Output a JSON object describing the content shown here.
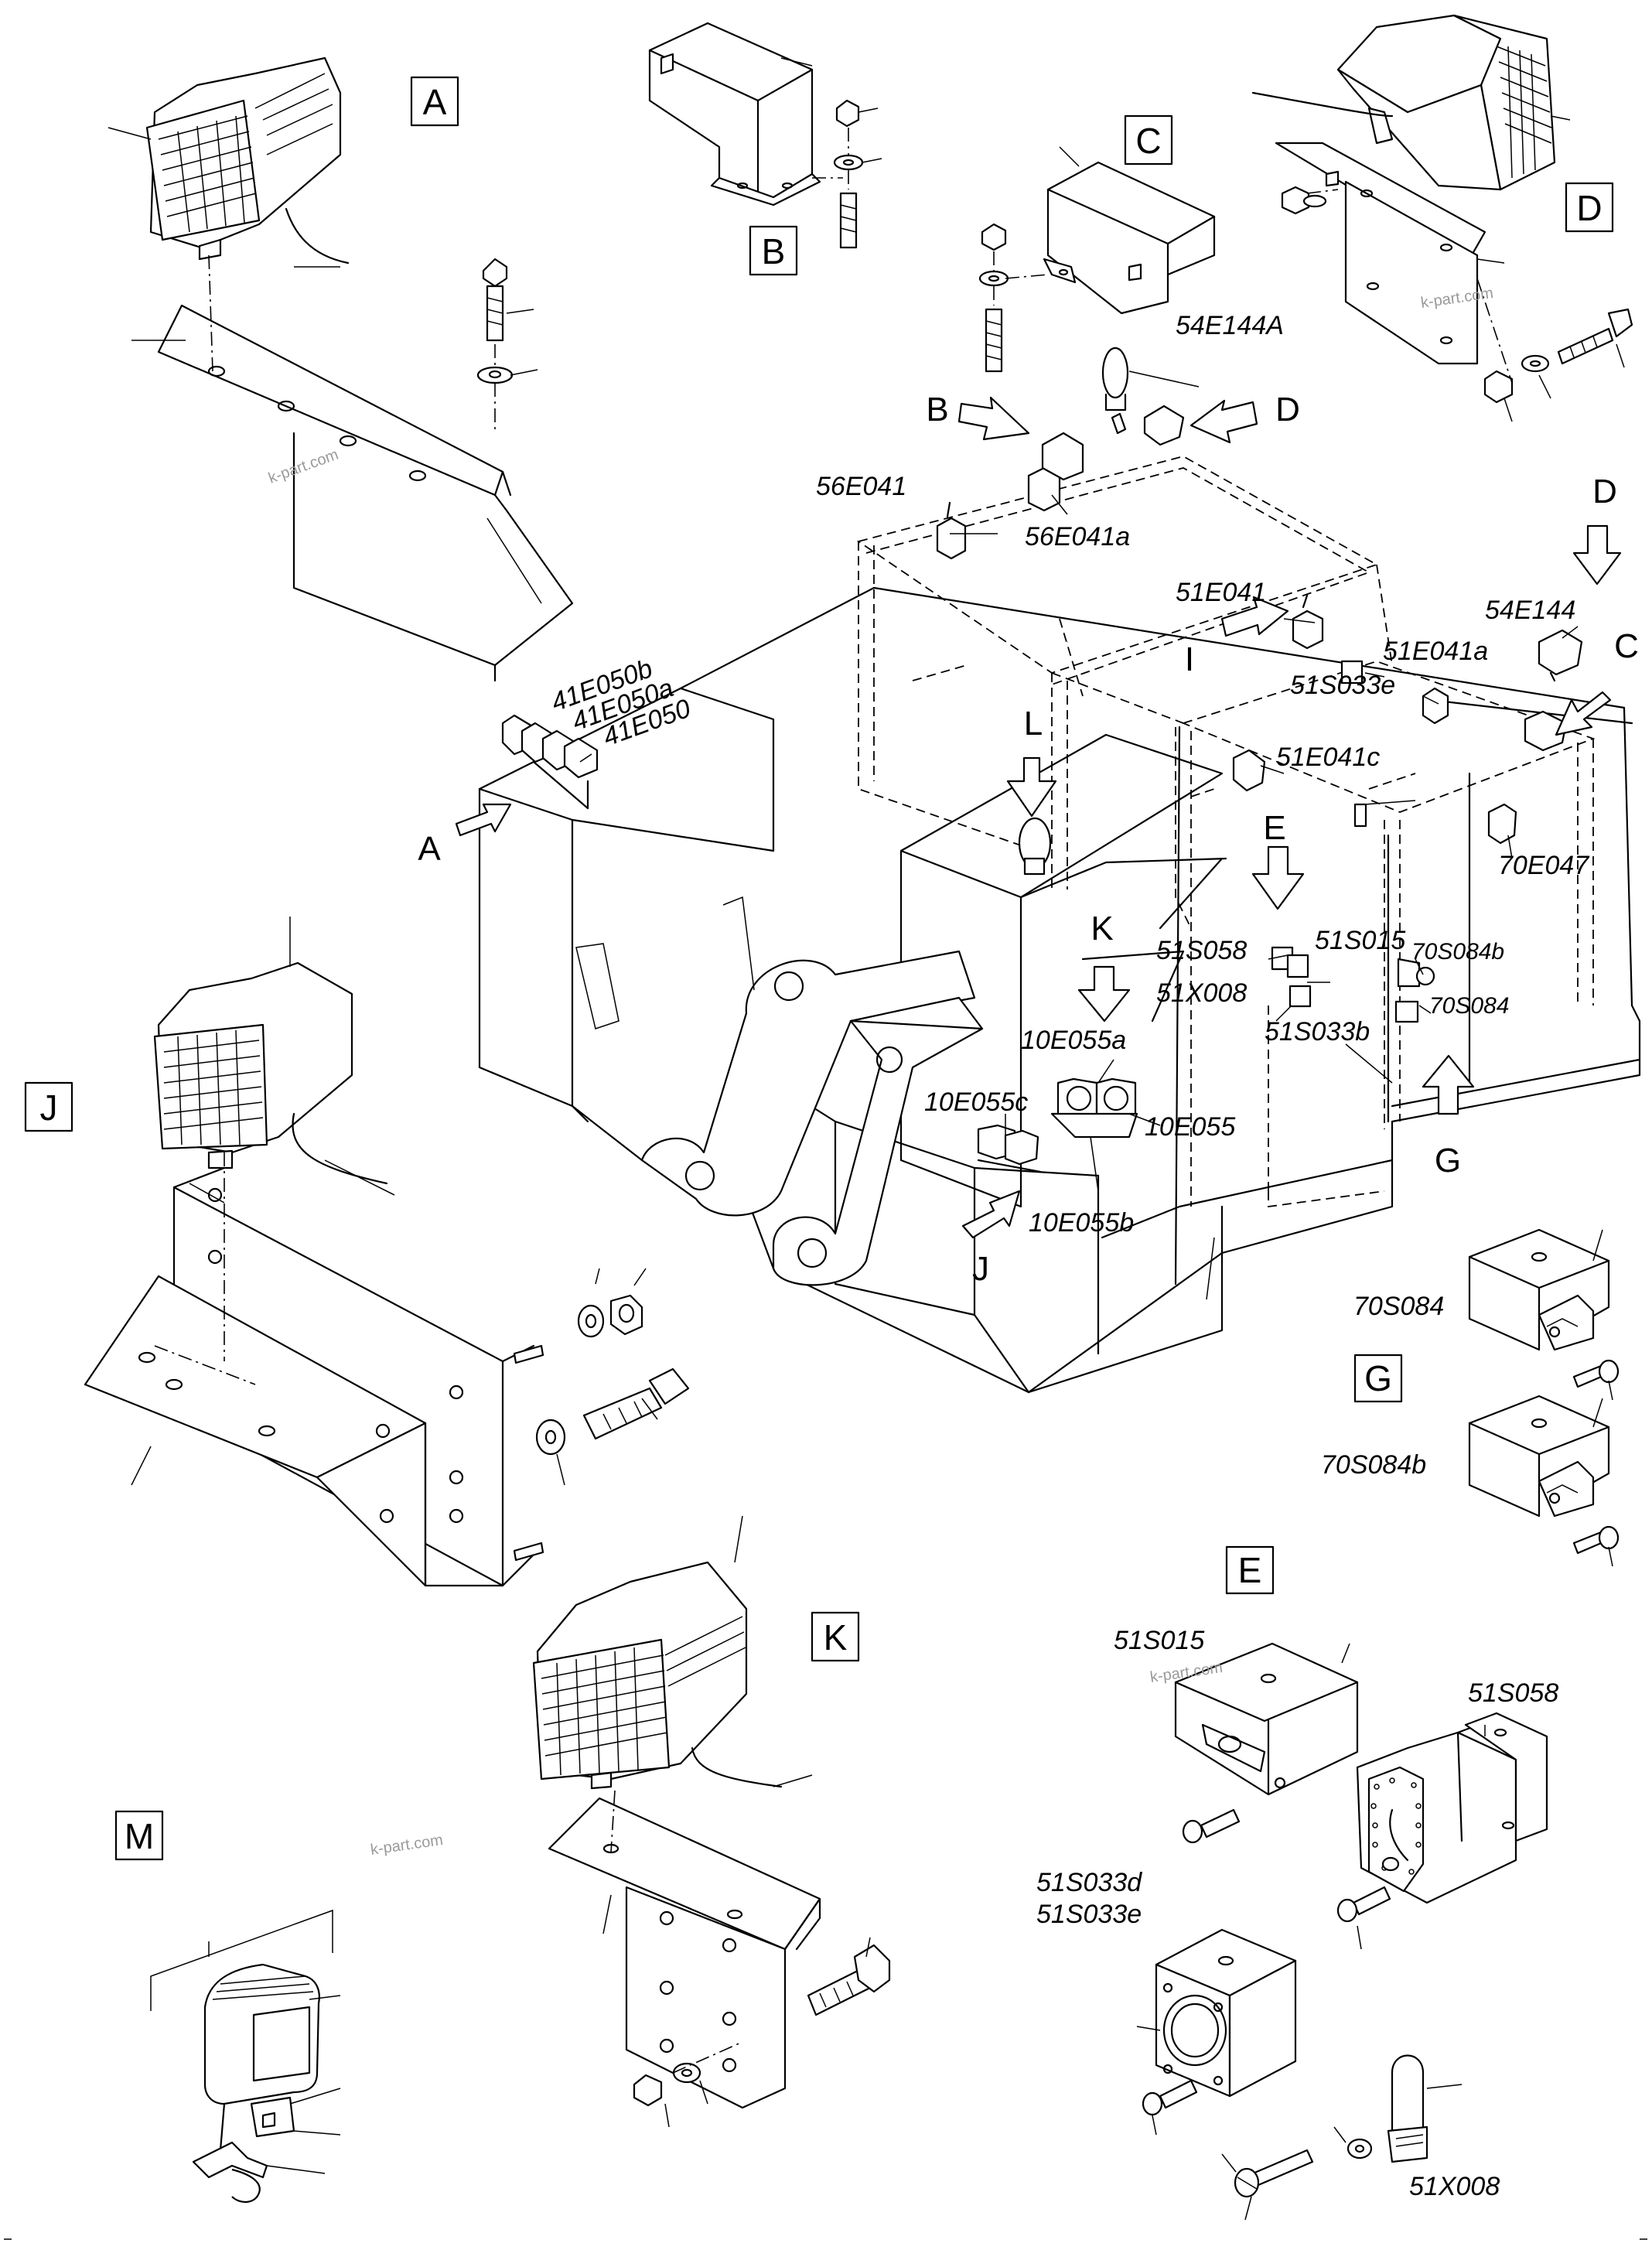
{
  "diagram": {
    "watermark": "k-part.com",
    "detail_boxes": [
      {
        "letter": "A"
      },
      {
        "letter": "B"
      },
      {
        "letter": "C"
      },
      {
        "letter": "D"
      },
      {
        "letter": "E"
      },
      {
        "letter": "G"
      },
      {
        "letter": "J"
      },
      {
        "letter": "K"
      },
      {
        "letter": "M"
      }
    ],
    "view_arrows": [
      {
        "letter": "A"
      },
      {
        "letter": "B"
      },
      {
        "letter": "C"
      },
      {
        "letter": "D"
      },
      {
        "letter": "D"
      },
      {
        "letter": "E"
      },
      {
        "letter": "G"
      },
      {
        "letter": "I"
      },
      {
        "letter": "J"
      },
      {
        "letter": "K"
      },
      {
        "letter": "L"
      }
    ],
    "part_labels": [
      "54E144A",
      "56E041",
      "56E041a",
      "41E050b",
      "41E050a",
      "41E050",
      "51E041",
      "54E144",
      "51E041a",
      "51S033e",
      "51E041c",
      "70E047",
      "51S058",
      "51S015",
      "70S084b",
      "51X008",
      "70S084",
      "51S033b",
      "10E055a",
      "10E055c",
      "10E055",
      "10E055b"
    ],
    "detail_labels": [
      "70S084",
      "70S084b",
      "51S015",
      "51S058",
      "51S033d",
      "51S033e",
      "51X008"
    ]
  }
}
